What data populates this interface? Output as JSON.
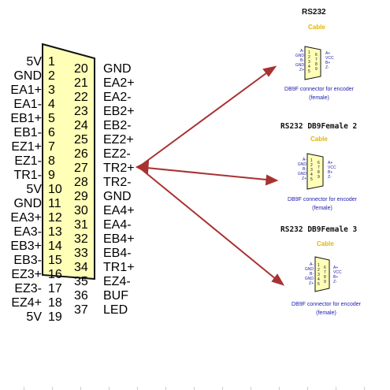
{
  "main_connector": {
    "left_signals": [
      "5V",
      "GND",
      "EA1+",
      "EA1-",
      "EB1+",
      "EB1-",
      "EZ1+",
      "EZ1-",
      "TR1-",
      "5V",
      "GND",
      "EA3+",
      "EA3-",
      "EB3+",
      "EB3-",
      "EZ3+",
      "EZ3-",
      "EZ4+",
      "5V"
    ],
    "left_pins": [
      "1",
      "2",
      "3",
      "4",
      "5",
      "6",
      "7",
      "8",
      "9",
      "10",
      "11",
      "12",
      "13",
      "14",
      "15",
      "16",
      "17",
      "18",
      "19"
    ],
    "right_pins": [
      "20",
      "21",
      "22",
      "23",
      "24",
      "25",
      "26",
      "27",
      "28",
      "29",
      "30",
      "31",
      "32",
      "33",
      "34",
      "35",
      "36",
      "37"
    ],
    "right_signals": [
      "GND",
      "EA2+",
      "EA2-",
      "EB2+",
      "EB2-",
      "EZ2+",
      "EZ2-",
      "TR2+",
      "TR2-",
      "GND",
      "EA4+",
      "EA4-",
      "EB4+",
      "EB4-",
      "TR1+",
      "EZ4-",
      "BUF",
      "LED"
    ]
  },
  "db9_connectors": [
    {
      "title": "RS232",
      "cable": "Cable",
      "left_labels": [
        "A-",
        "GND",
        "B-",
        "GND",
        "Z+"
      ],
      "pins_col1": [
        "1",
        "2",
        "3",
        "4",
        "5"
      ],
      "pins_col2": [
        "6",
        "7",
        "8",
        "9"
      ],
      "right_labels": [
        "A+",
        "VCC",
        "B+",
        "Z-"
      ],
      "caption_line1": "DB9F connector for encoder",
      "caption_line2": "(female)"
    },
    {
      "title": "RS232 DB9Female 2",
      "cable": "Cable",
      "left_labels": [
        "A-",
        "GND",
        "B-",
        "GND",
        "Z+"
      ],
      "pins_col1": [
        "1",
        "2",
        "3",
        "4",
        "5"
      ],
      "pins_col2": [
        "6",
        "7",
        "8",
        "9"
      ],
      "right_labels": [
        "A+",
        "VCC",
        "B+",
        "Z-"
      ],
      "caption_line1": "DB9F connector for encoder",
      "caption_line2": "(female)"
    },
    {
      "title": "RS232 DB9Female 3",
      "cable": "Cable",
      "left_labels": [
        "A-",
        "GND",
        "B-",
        "GND",
        "Z+"
      ],
      "pins_col1": [
        "1",
        "2",
        "3",
        "4",
        "5"
      ],
      "pins_col2": [
        "6",
        "7",
        "8",
        "9"
      ],
      "right_labels": [
        "A+",
        "VCC",
        "B+",
        "Z-"
      ],
      "caption_line1": "DB9F connector for encoder",
      "caption_line2": "(female)"
    }
  ],
  "colors": {
    "connector_fill": "#ffffb8",
    "signal_text": "#1a1ab0",
    "arrow": "#a83232",
    "cable_label": "#e4b400"
  }
}
